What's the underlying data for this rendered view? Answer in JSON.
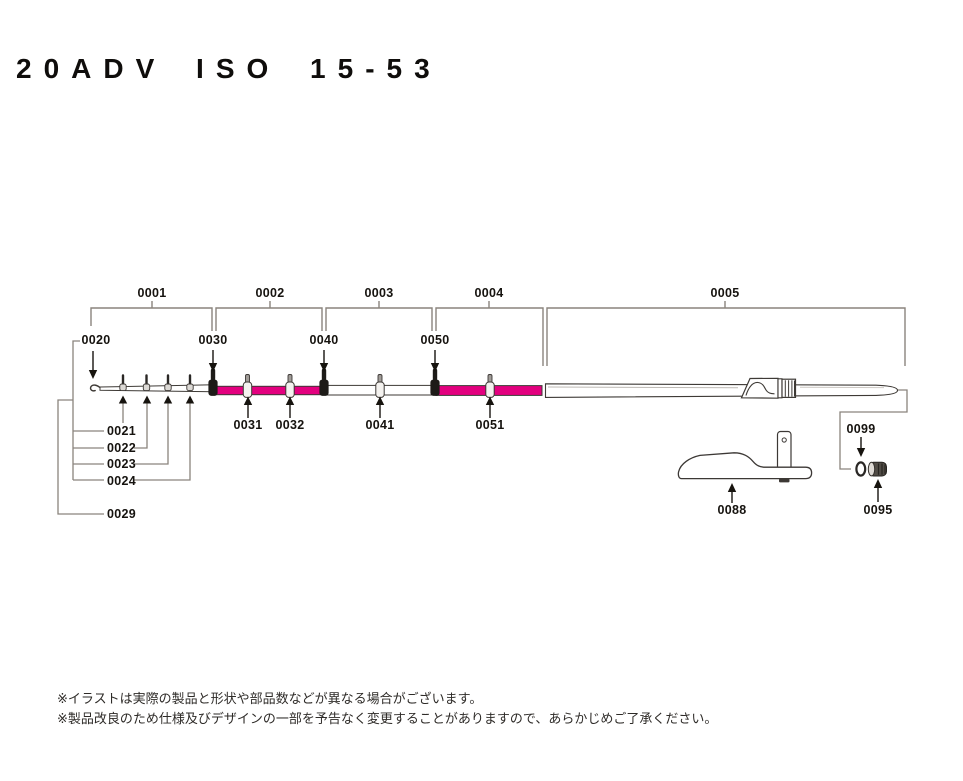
{
  "header": {
    "title": "20ADV ISO 15-53"
  },
  "colors": {
    "magenta": "#e3007f",
    "line": "#3e3a36",
    "bracket": "#8a847d",
    "arrow": "#17140f"
  },
  "diagram": {
    "sections": [
      {
        "label": "0001"
      },
      {
        "label": "0002"
      },
      {
        "label": "0003"
      },
      {
        "label": "0004"
      },
      {
        "label": "0005"
      }
    ],
    "top_callouts": [
      {
        "label": "0020"
      },
      {
        "label": "0030"
      },
      {
        "label": "0040"
      },
      {
        "label": "0050"
      }
    ],
    "left_callouts": [
      {
        "label": "0021"
      },
      {
        "label": "0022"
      },
      {
        "label": "0023"
      },
      {
        "label": "0024"
      },
      {
        "label": "0029"
      }
    ],
    "guide_callouts": [
      {
        "label": "0031"
      },
      {
        "label": "0032"
      },
      {
        "label": "0041"
      },
      {
        "label": "0051"
      }
    ],
    "bottom_callouts": [
      {
        "label": "0088"
      },
      {
        "label": "0095"
      },
      {
        "label": "0099"
      }
    ]
  },
  "footer": {
    "notes": [
      {
        "text": "※イラストは実際の製品と形状や部品数などが異なる場合がございます。"
      },
      {
        "text": "※製品改良のため仕様及びデザインの一部を予告なく変更することがありますので、あらかじめご了承ください。"
      }
    ]
  }
}
